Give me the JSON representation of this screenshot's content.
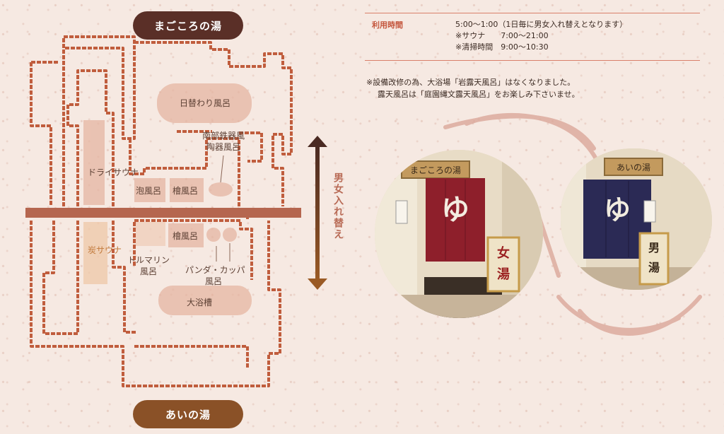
{
  "pills": {
    "top": "まごころの湯",
    "bottom": "あいの湯"
  },
  "map": {
    "switch_label": "男女入れ替え",
    "upper": {
      "higawari": "日替わり風呂",
      "nanbu_1": "南部鉄器風",
      "nanbu_2": "陶器風呂",
      "dry_sauna": "ドライサウナ",
      "awa": "泡風呂",
      "hinoki": "檜風呂"
    },
    "lower": {
      "sumi_sauna": "炭サウナ",
      "hinoki": "檜風呂",
      "tourmaline_1": "トルマリン",
      "tourmaline_2": "風呂",
      "panda_1": "パンダ・カッパ",
      "panda_2": "風呂",
      "daiyokuso": "大浴槽"
    }
  },
  "info": {
    "key": "利用時間",
    "hours": "5:00〜1:00（1日毎に男女入れ替えとなります）",
    "sauna": "※サウナ　　7:00〜21:00",
    "cleaning": "※清掃時間　9:00〜10:30"
  },
  "notice": {
    "line1": "※設備改修の為、大浴場「岩露天風呂」はなくなりました。",
    "line2": "露天風呂は「庭園縄文露天風呂」をお楽しみ下さいませ。"
  },
  "photos": {
    "women_sign_top": "まごころの湯",
    "women_curtain": "ゆ",
    "women_board_1": "女",
    "women_board_2": "湯",
    "men_sign_top": "あいの湯",
    "men_curtain": "ゆ",
    "men_board_1": "男",
    "men_board_2": "湯"
  },
  "colors": {
    "wall": "#c05d3d",
    "axis": "#b5664f",
    "arrow_top": "#4a2a22",
    "arrow_bottom": "#9a5a25",
    "pill_top": "#5a2f27",
    "pill_bottom": "#8a5127",
    "women_curtain": "#8e1f2b",
    "men_curtain": "#2b2a55"
  }
}
